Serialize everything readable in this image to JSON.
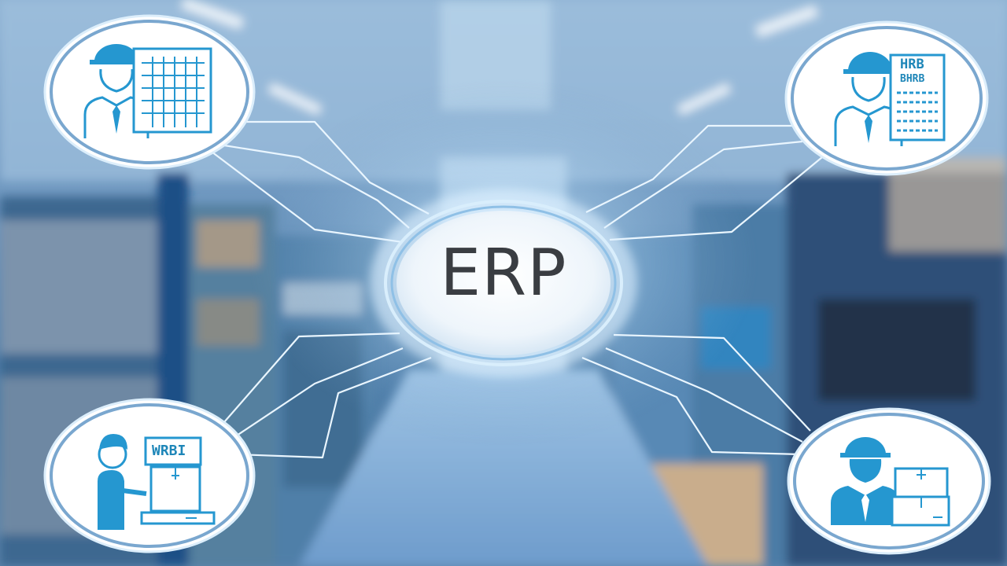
{
  "hub": {
    "label": "ERP"
  },
  "nodes": [
    {
      "name": "worker-calendar",
      "icon": "worker-with-calendar-icon"
    },
    {
      "name": "worker-report",
      "icon": "worker-with-report-board-icon",
      "board_title": "HRB",
      "board_line": "BHRB"
    },
    {
      "name": "clerk-package",
      "icon": "clerk-with-package-icon",
      "sign": "WRBI"
    },
    {
      "name": "worker-boxes",
      "icon": "worker-with-boxes-icon"
    }
  ],
  "colors": {
    "icon": "#2597d0",
    "line": "#eaf6ff",
    "hub_text": "#3a3d42",
    "background": "#4f7ea8"
  }
}
